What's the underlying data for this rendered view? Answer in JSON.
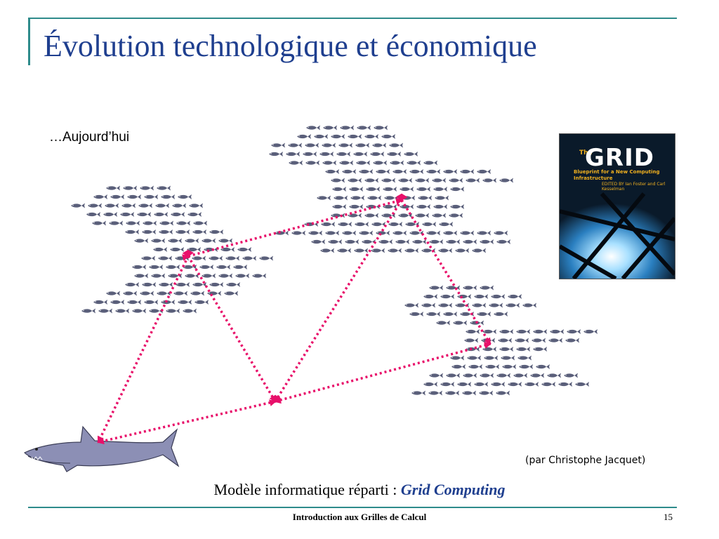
{
  "slide": {
    "title": "Évolution technologique et économique",
    "subtitle": "…Aujourd’hui",
    "credit": "(par Christophe Jacquet)",
    "caption_prefix": "Modèle informatique réparti : ",
    "caption_emphasis": "Grid Computing",
    "footer": "Introduction aux Grilles de Calcul",
    "page_number": "15"
  },
  "book": {
    "the": "The",
    "title": "GRID",
    "subtitle": "Blueprint for a New Computing Infrastructure",
    "editors": "EDITED BY Ian Foster and Carl Kesselman"
  },
  "colors": {
    "accent": "#2e8b8b",
    "title": "#1f3f8f",
    "arrow": "#e8106a",
    "fish": "#5a5f7a",
    "shark": "#8c8fb5"
  }
}
